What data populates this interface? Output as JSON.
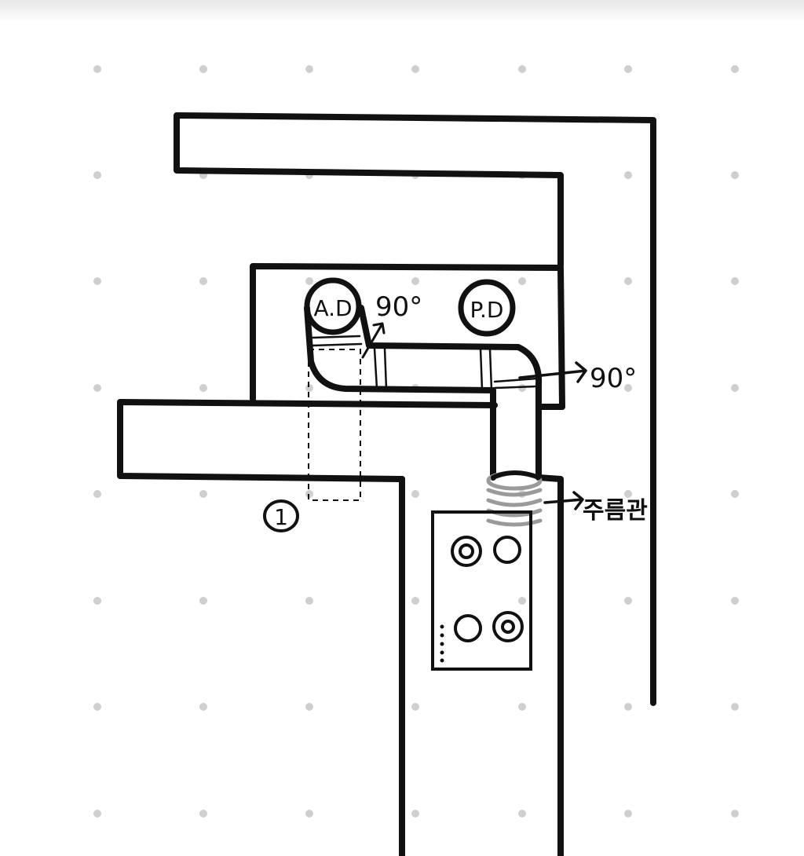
{
  "labels": {
    "ad": "A.D",
    "pd": "P.D",
    "angle_left": "90°",
    "angle_right": "90°",
    "flex_pipe": "주름관",
    "marker": "1"
  },
  "colors": {
    "ink": "#111111",
    "dot": "#cfcfcf",
    "flex": "#9a9a9a",
    "background": "#ffffff"
  }
}
